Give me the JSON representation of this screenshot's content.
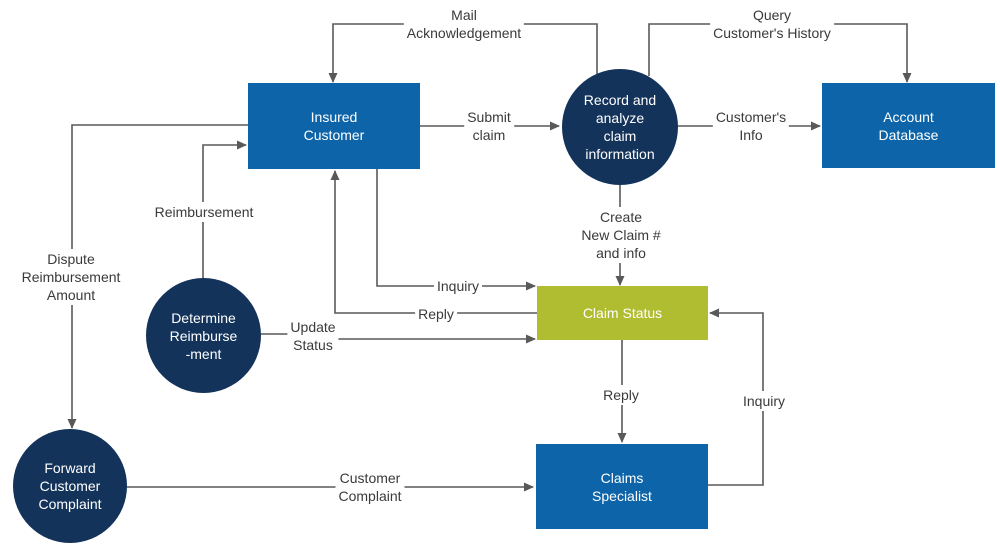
{
  "colors": {
    "entity_fill": "#0d64a8",
    "process_fill": "#13335b",
    "store_fill": "#b0bd30",
    "line": "#595959",
    "node_text": "#ffffff",
    "label_text": "#3a3a3a",
    "canvas_bg": "#ffffff"
  },
  "nodes": {
    "insured_customer": {
      "label": "Insured\nCustomer",
      "type": "external-entity"
    },
    "record_analyze": {
      "label": "Record and\nanalyze\nclaim\ninformation",
      "type": "process"
    },
    "account_database": {
      "label": "Account\nDatabase",
      "type": "external-entity"
    },
    "claim_status": {
      "label": "Claim Status",
      "type": "data-store"
    },
    "claims_specialist": {
      "label": "Claims\nSpecialist",
      "type": "external-entity"
    },
    "determine_reimbursement": {
      "label": "Determine\nReimburse\n-ment",
      "type": "process"
    },
    "forward_complaint": {
      "label": "Forward\nCustomer\nComplaint",
      "type": "process"
    }
  },
  "edges": {
    "mail_ack": {
      "label": "Mail\nAcknowledgement",
      "from": "record_analyze",
      "to": "insured_customer"
    },
    "query_history": {
      "label": "Query\nCustomer's History",
      "from": "record_analyze",
      "to": "account_database"
    },
    "submit_claim": {
      "label": "Submit\nclaim",
      "from": "insured_customer",
      "to": "record_analyze"
    },
    "customers_info": {
      "label": "Customer's\nInfo",
      "from": "record_analyze",
      "to": "account_database"
    },
    "create_new_claim": {
      "label": "Create\nNew Claim #\nand info",
      "from": "record_analyze",
      "to": "claim_status"
    },
    "dispute_amount": {
      "label": "Dispute\nReimbursement\nAmount",
      "from": "insured_customer",
      "to": "forward_complaint"
    },
    "reimbursement": {
      "label": "Reimbursement",
      "from": "determine_reimbursement",
      "to": "insured_customer"
    },
    "inquiry_customer": {
      "label": "Inquiry",
      "from": "insured_customer",
      "to": "claim_status"
    },
    "reply_customer": {
      "label": "Reply",
      "from": "claim_status",
      "to": "insured_customer"
    },
    "update_status": {
      "label": "Update\nStatus",
      "from": "determine_reimbursement",
      "to": "claim_status"
    },
    "reply_specialist": {
      "label": "Reply",
      "from": "claim_status",
      "to": "claims_specialist"
    },
    "inquiry_specialist": {
      "label": "Inquiry",
      "from": "claims_specialist",
      "to": "claim_status"
    },
    "customer_complaint": {
      "label": "Customer\nComplaint",
      "from": "forward_complaint",
      "to": "claims_specialist"
    }
  }
}
